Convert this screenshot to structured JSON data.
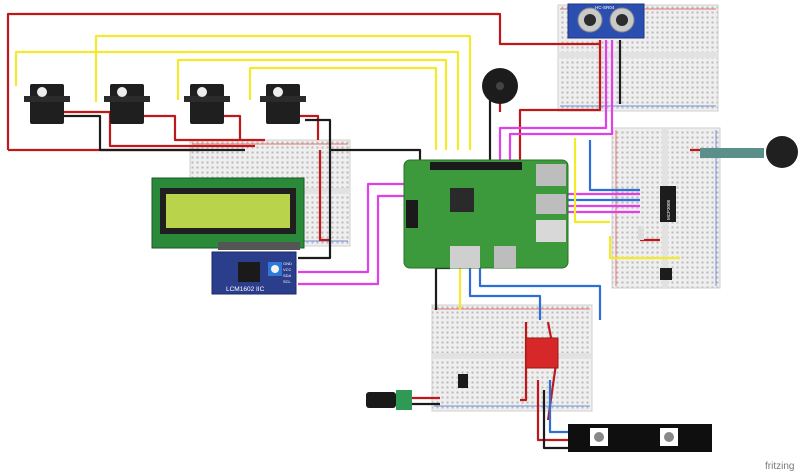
{
  "diagram": {
    "lcd_adapter_label": "LCM1602 IIC",
    "lcd_pin_labels": [
      "GND",
      "VCC",
      "SDA",
      "SCL"
    ],
    "ultrasonic_label": "HC-SR04",
    "shift_register_label": "MCP3008",
    "watermark": "fritzing"
  },
  "colors": {
    "wire_red": "#c0181a",
    "wire_black": "#1b1b1b",
    "wire_yellow": "#f3ea2c",
    "wire_magenta": "#e040e8",
    "wire_blue": "#2e6fd6",
    "pcb_green": "#3c9a3c",
    "lcd_screen": "#b9d34a",
    "breadboard": "#efefef"
  }
}
